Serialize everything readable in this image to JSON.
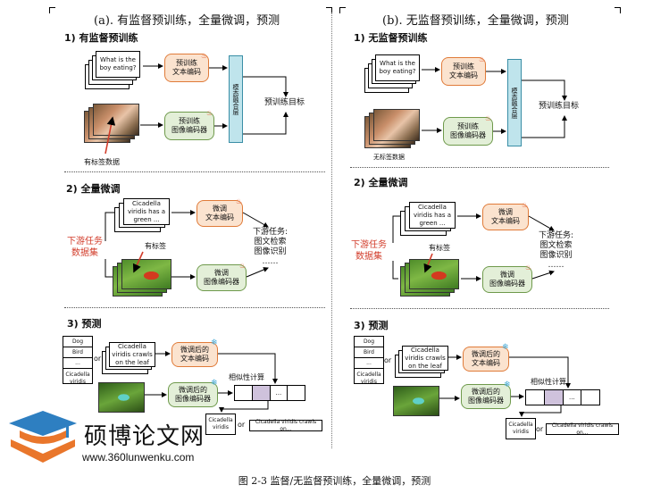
{
  "panel_a": {
    "title": "(a). 有监督预训练，全量微调，预测",
    "sec1": "1) 有监督预训练",
    "sec2": "2) 全量微调",
    "sec3": "3) 预测",
    "caption_text": "What is the boy eating?",
    "text_encoder": "预训练\n文本编码",
    "image_encoder": "预训练\n图像编码器",
    "fusion": "模态融合层",
    "objective": "预训练目标",
    "labeled_data": "有标签数据",
    "ft_text": "Cicadella viridis has a green ...",
    "ft_text_encoder": "微调\n文本编码",
    "ft_image_encoder": "微调\n图像编码器",
    "downstream_dataset": "下游任务\n数据集",
    "labeled": "有标签",
    "downstream_tasks": "下游任务:\n图文检索\n图像识别\n……",
    "pred_labels": [
      "Dog",
      "Bird",
      "...",
      "Cicadella viridis"
    ],
    "or": "or",
    "pred_text": "Cicadella viridis crawls on the leaf",
    "pred_text_encoder": "微调后的\n文本编码",
    "pred_image_encoder": "微调后的\n图像编码器",
    "similarity": "相似性计算",
    "vec_dots": "...",
    "result_label": "Cicadella viridis",
    "result_text": "Cicadella viridis crawls on..."
  },
  "panel_b": {
    "title": "(b). 无监督预训练，全量微调，预测",
    "sec1": "1) 无监督预训练",
    "sec2": "2) 全量微调",
    "sec3": "3) 预测",
    "caption_text": "What is the boy eating?",
    "text_encoder": "预训练\n文本编码",
    "image_encoder": "预训练\n图像编码器",
    "fusion": "模态融合层",
    "objective": "预训练目标",
    "unlabeled_data": "无标签数据",
    "ft_text": "Cicadella viridis has a green ...",
    "ft_text_encoder": "微调\n文本编码",
    "ft_image_encoder": "微调\n图像编码器",
    "downstream_dataset": "下游任务\n数据集",
    "labeled": "有标签",
    "downstream_tasks": "下游任务:\n图文检索\n图像识别\n……",
    "pred_labels": [
      "Dog",
      "Bird",
      "...",
      "Cicadella viridis"
    ],
    "or": "or",
    "pred_text": "Cicadella viridis crawls on the leaf",
    "pred_text_encoder": "微调后的\n文本编码",
    "pred_image_encoder": "微调后的\n图像编码器",
    "similarity": "相似性计算",
    "vec_dots": "...",
    "result_label": "Cicadella viridis",
    "result_text": "Cicadella viridis crawls on..."
  },
  "watermark": {
    "name": "硕博论文网",
    "url": "www.360lunwenku.com"
  },
  "figure_caption": "图 2-3 监督/无监督预训练，全量微调，预测",
  "colors": {
    "encoder_text_fill": "#fbe3cf",
    "encoder_image_fill": "#e3efd8",
    "fusion_fill": "#bfe4ec",
    "highlight_red": "#d23c2a",
    "logo_blue": "#2e7fc1",
    "logo_orange": "#e9762b"
  }
}
